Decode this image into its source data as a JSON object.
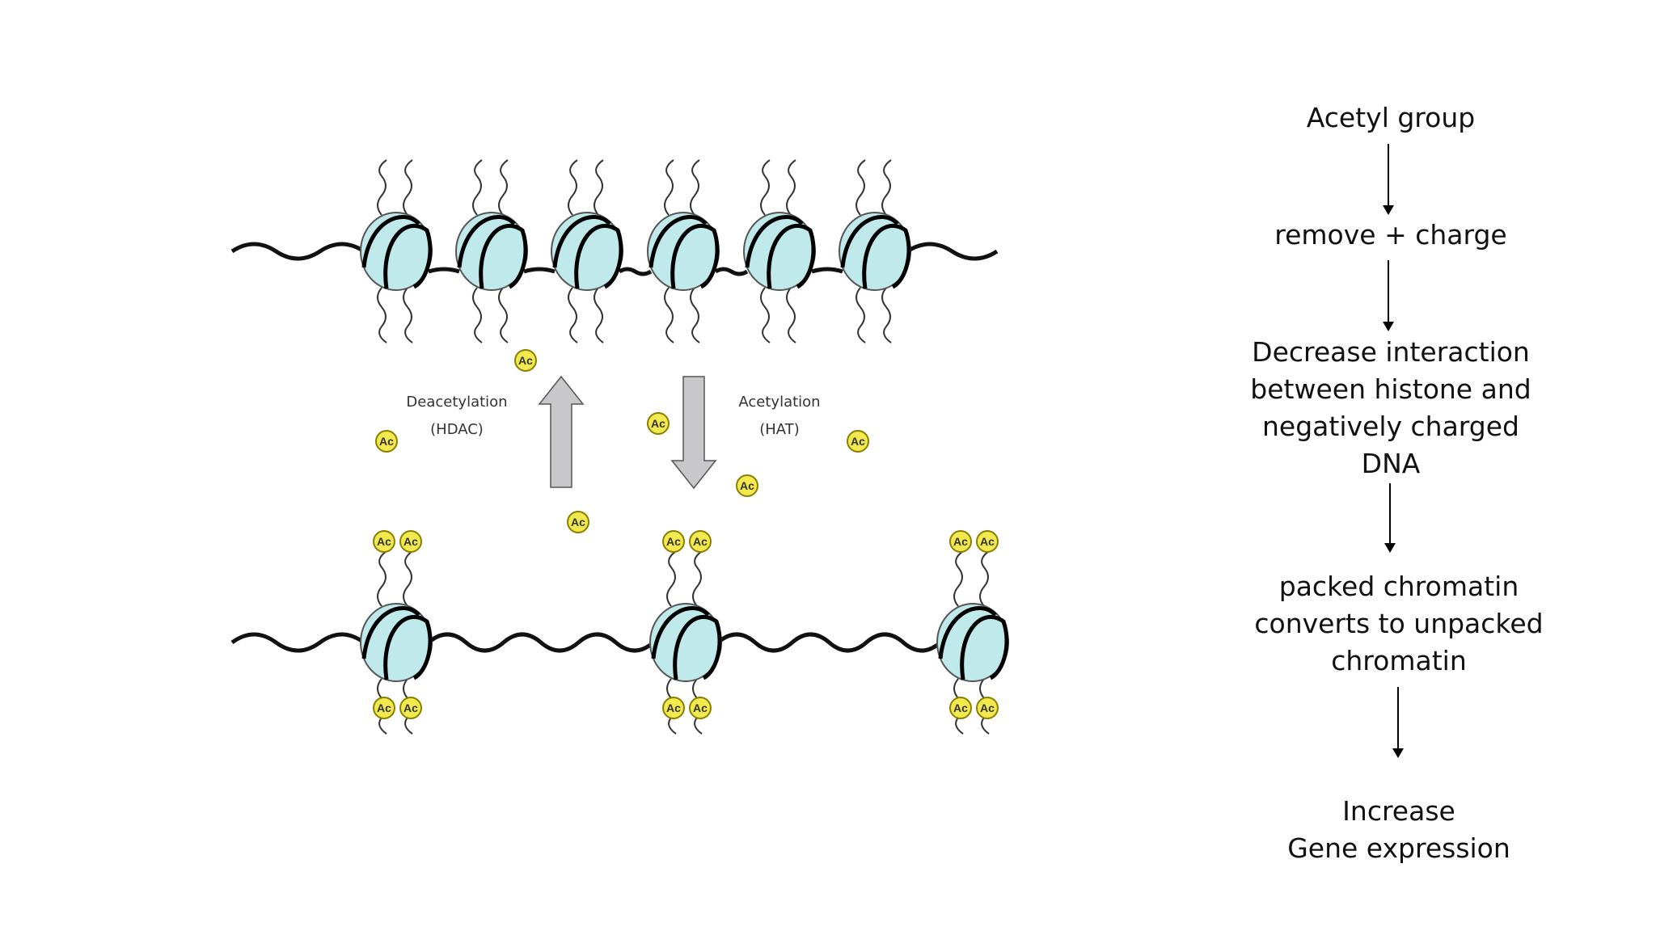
{
  "labels": {
    "deacetylation": "Deacetylation",
    "hdac": "(HDAC)",
    "acetylation": "Acetylation",
    "hat": "(HAT)",
    "ac": "Ac"
  },
  "colors": {
    "histone": "#bfe9ea",
    "acetyl": "#f2e94e",
    "acetyl_border": "#8a7f00",
    "dna": "#111111",
    "arrow_fill": "#c8c8ca"
  },
  "flow": {
    "step1": "Acetyl group",
    "step2": "remove + charge",
    "step3_lines": [
      "Decrease interaction",
      "between histone and",
      "negatively charged",
      "DNA"
    ],
    "step4_lines": [
      "packed chromatin",
      "converts to unpacked",
      "chromatin"
    ],
    "step5_lines": [
      "Increase",
      "Gene expression"
    ]
  }
}
